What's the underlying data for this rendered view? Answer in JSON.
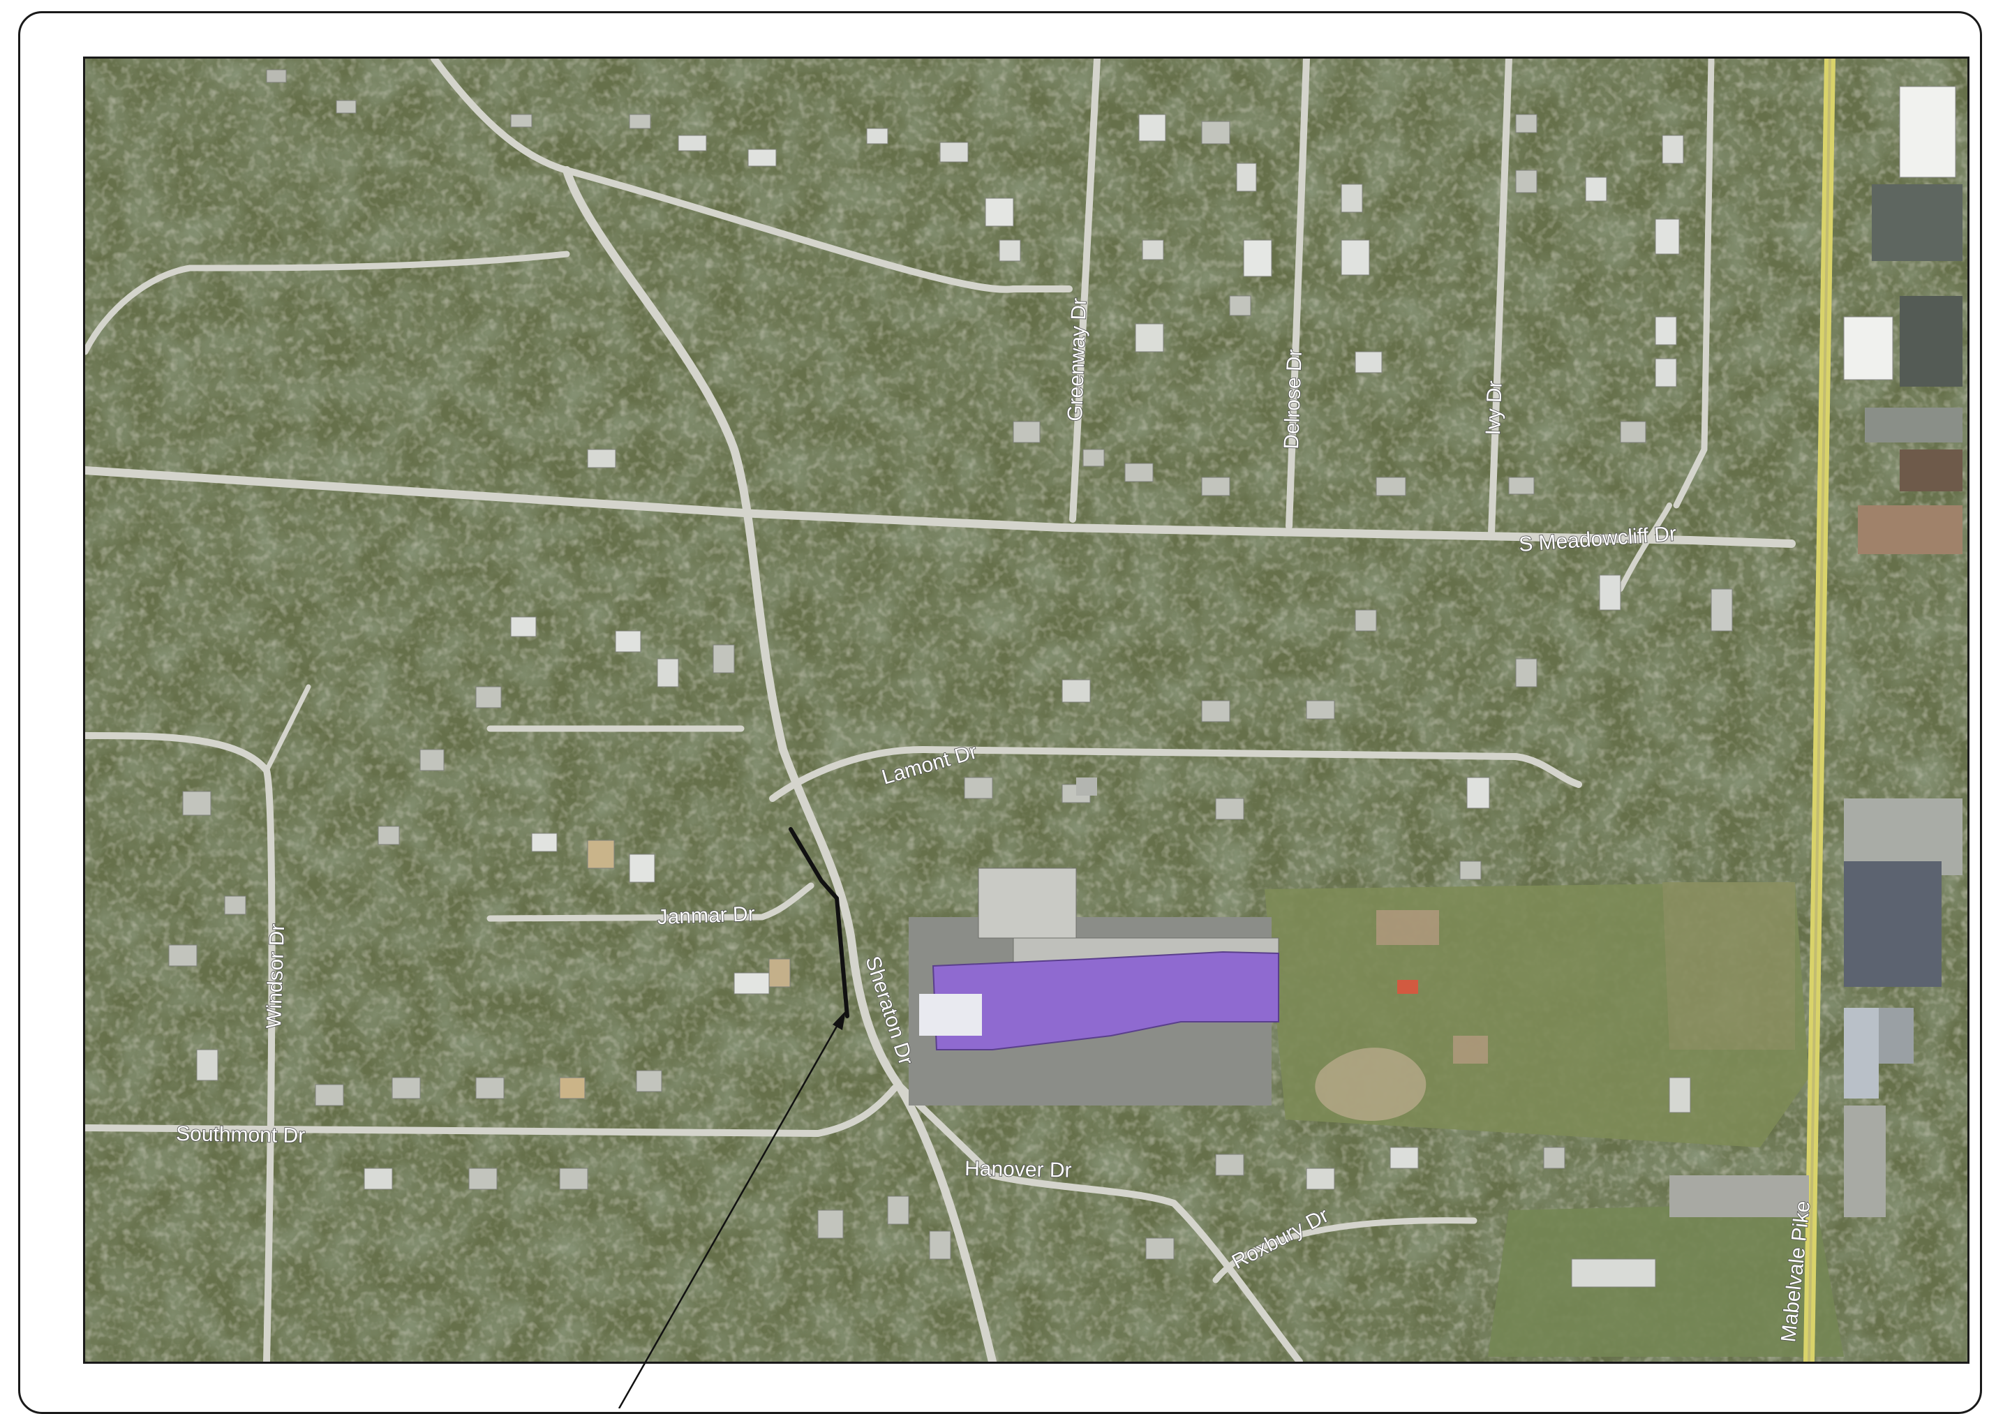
{
  "map": {
    "streets": [
      {
        "id": "greenway",
        "label": "Greenway Dr"
      },
      {
        "id": "delrose",
        "label": "Delrose Dr"
      },
      {
        "id": "ivy",
        "label": "Ivy Dr"
      },
      {
        "id": "s-meadowcliff",
        "label": "S Meadowcliff Dr"
      },
      {
        "id": "lamont",
        "label": "Lamont Dr"
      },
      {
        "id": "janmar",
        "label": "Janmar Dr"
      },
      {
        "id": "sheraton",
        "label": "Sheraton Dr"
      },
      {
        "id": "windsor",
        "label": "Windsor Dr"
      },
      {
        "id": "southmont",
        "label": "Southmont Dr"
      },
      {
        "id": "hanover",
        "label": "Hanover Dr"
      },
      {
        "id": "roxbury",
        "label": "Roxbury Dr"
      },
      {
        "id": "mabelvale-pike",
        "label": "Mabelvale Pike"
      }
    ],
    "colors": {
      "tree_canopy": "#4f5a3b",
      "lawn": "#7c8c5a",
      "road": "#d4d4cc",
      "major_road": "#d9d36a",
      "school_roof": "#8f6ad0",
      "project_line": "#111111"
    }
  }
}
